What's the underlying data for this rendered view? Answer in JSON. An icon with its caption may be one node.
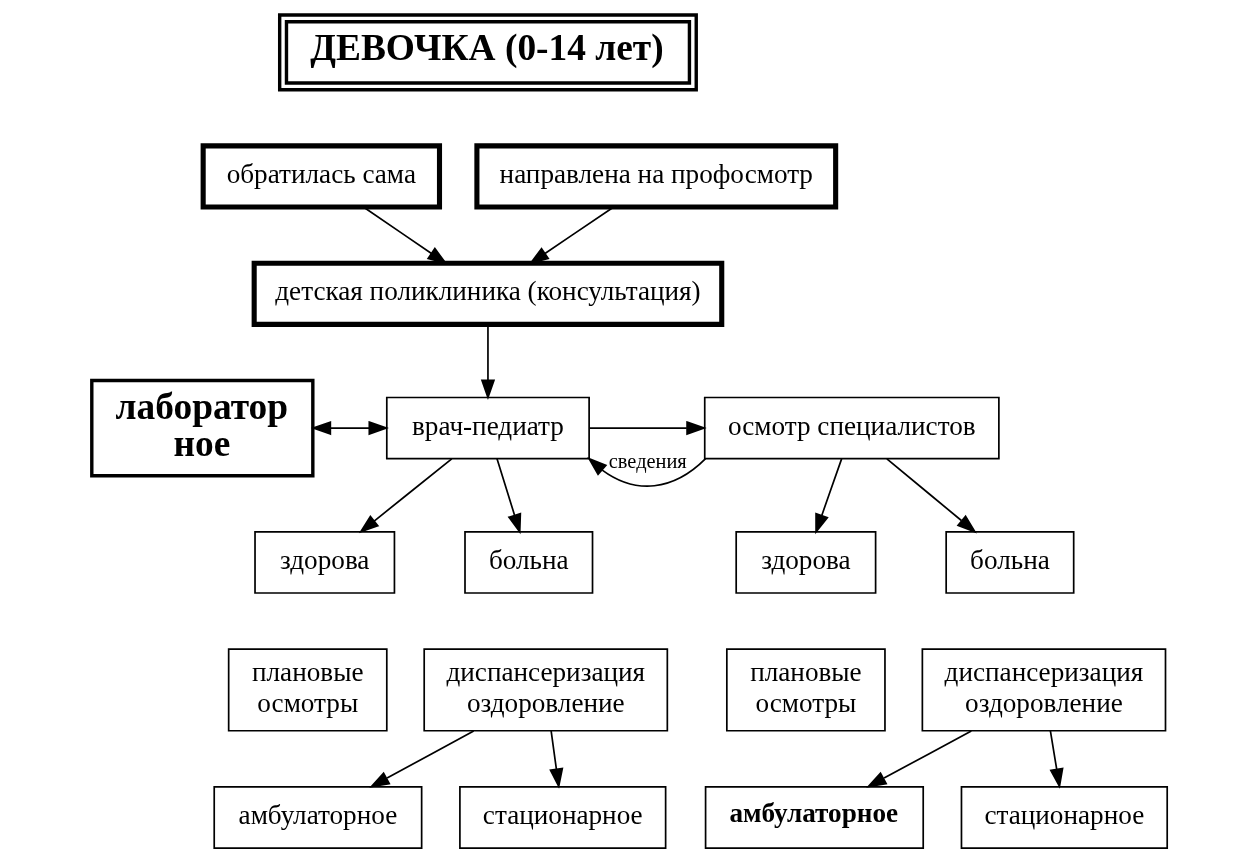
{
  "diagram": {
    "nodes": [
      {
        "text": [
          "ДЕВОЧКА (0-14 лет)"
        ]
      },
      {
        "text": [
          "обратилась сама"
        ]
      },
      {
        "text": [
          "направлена на профосмотр"
        ]
      },
      {
        "text": [
          "детская поликлиника (консультация)"
        ]
      },
      {
        "text": [
          "лаборатор ное"
        ]
      },
      {
        "text": [
          "врач-педиатр"
        ]
      },
      {
        "text": [
          "осмотр специалистов"
        ]
      },
      {
        "text": [
          "здорова"
        ]
      },
      {
        "text": [
          "больна"
        ]
      },
      {
        "text": [
          "здорова"
        ]
      },
      {
        "text": [
          "больна"
        ]
      },
      {
        "text": [
          "плановые осмотры"
        ]
      },
      {
        "text": [
          "диспансеризация оздоровление"
        ]
      },
      {
        "text": [
          "плановые осмотры"
        ]
      },
      {
        "text": [
          "диспансеризация оздоровление"
        ]
      },
      {
        "text": [
          "амбулаторное"
        ]
      },
      {
        "text": [
          "стационарное"
        ]
      },
      {
        "text": [
          "амбулаторное"
        ]
      },
      {
        "text": [
          "стационарное"
        ]
      }
    ],
    "edges": [
      {
        "from": 1,
        "to": 3,
        "arrow": "to"
      },
      {
        "from": 2,
        "to": 3,
        "arrow": "to"
      },
      {
        "from": 3,
        "to": 5,
        "arrow": "to"
      },
      {
        "from": 4,
        "to": 5,
        "arrow": "both"
      },
      {
        "from": 5,
        "to": 6,
        "arrow": "to"
      },
      {
        "from": 6,
        "to": 5,
        "arrow": "to",
        "label": "сведения"
      },
      {
        "from": 5,
        "to": 7,
        "arrow": "to"
      },
      {
        "from": 5,
        "to": 8,
        "arrow": "to"
      },
      {
        "from": 6,
        "to": 9,
        "arrow": "to"
      },
      {
        "from": 6,
        "to": 10,
        "arrow": "to"
      },
      {
        "from": 12,
        "to": 15,
        "arrow": "to"
      },
      {
        "from": 12,
        "to": 16,
        "arrow": "to"
      },
      {
        "from": 14,
        "to": 17,
        "arrow": "to"
      },
      {
        "from": 14,
        "to": 18,
        "arrow": "to"
      }
    ]
  }
}
